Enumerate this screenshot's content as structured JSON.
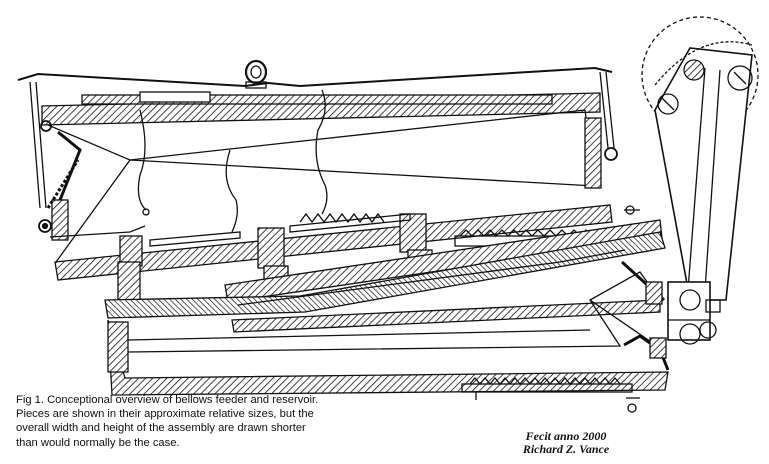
{
  "figure": {
    "caption_lines": [
      "Fig 1. Conceptional overview of bellows feeder and reservoir.",
      "Pieces are shown in their approximate relative sizes, but the",
      "overall width and height of the assembly are drawn shorter",
      "than would normally be the case."
    ],
    "signature_lines": [
      "Fecit  anno  2000",
      "Richard  Z.  Vance"
    ]
  },
  "colors": {
    "ink": "#111111",
    "hatch_bg": "#ffffff",
    "background": "#ffffff"
  }
}
